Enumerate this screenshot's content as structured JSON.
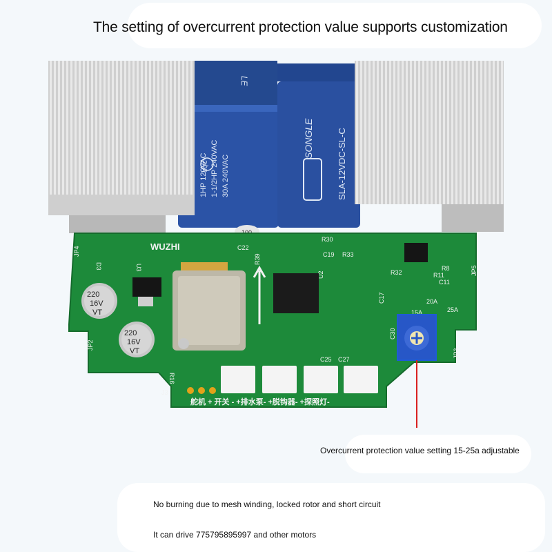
{
  "title": "The setting of overcurrent protection value supports customization",
  "callout": "Overcurrent protection value setting 15-25a adjustable",
  "features": [
    "No burning due to mesh winding, locked rotor and short circuit",
    "It can drive 775795895997 and other motors"
  ],
  "board": {
    "brand": "WUZHI",
    "relay_left_lines": [
      "1HP 120VAC",
      "1-1/2HP 240VAC",
      "30A 240VAC"
    ],
    "relay_left_logo": "CQC",
    "relay_right_brand": "SONGLE",
    "relay_right_model": "SLA-12VDC-SL-C",
    "relay_top_text": "LE",
    "cap_small": "100",
    "cap1": [
      "220",
      "16V",
      "VT"
    ],
    "cap2": [
      "220",
      "16V",
      "VT"
    ],
    "pot_labels": [
      "15A",
      "20A",
      "25A"
    ],
    "connector_labels": "舵机 + 开关 - +排水泵- +脱钩器- +探照灯-",
    "jumpers": [
      "JP4",
      "JP2",
      "JP3",
      "JP5",
      "J3"
    ],
    "components": [
      "R30",
      "C19",
      "R33",
      "R39",
      "R32",
      "R8",
      "R11",
      "C11",
      "C17",
      "C30",
      "C25",
      "C27",
      "C22",
      "R16",
      "U3",
      "U2",
      "D3"
    ]
  },
  "colors": {
    "pcb": "#1d8a3a",
    "heatsink": "#d9d9d9",
    "relay": "#2b53a6",
    "callout_line": "#d92020",
    "callout_box": "#1f5ad6"
  }
}
